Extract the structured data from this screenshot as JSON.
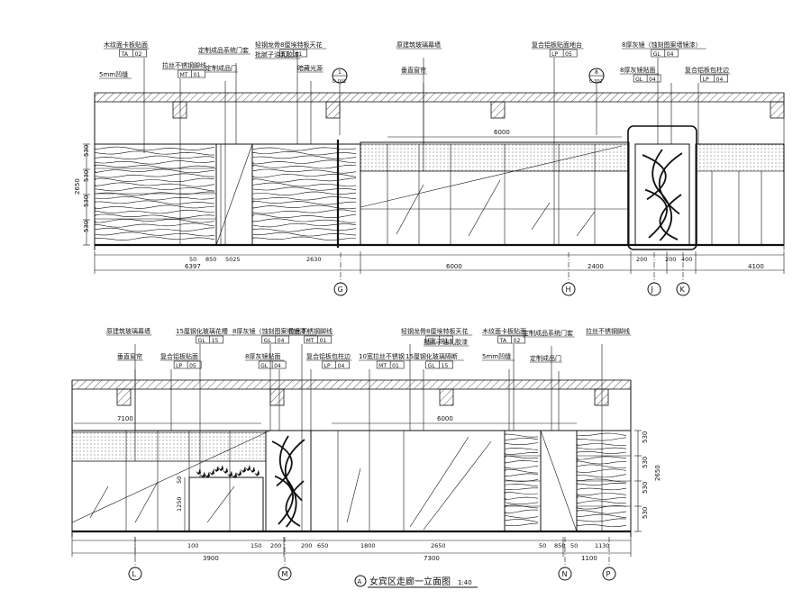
{
  "top": {
    "callouts": [
      {
        "label": "木纹面卡板贴面",
        "code": [
          "TA",
          "02"
        ]
      },
      {
        "label": "定制成品系统门套",
        "code": []
      },
      {
        "label": "轻钢龙骨8厘埃特板天花",
        "code": [
          "ET",
          "01"
        ]
      },
      {
        "label": "批腻子油乳胶漆",
        "code": []
      },
      {
        "label": "原建筑玻璃幕墙",
        "code": []
      },
      {
        "label": "复合铝板贴面地台",
        "code": [
          "LP",
          "05"
        ]
      },
      {
        "label": "8厚灰镜（蚀刻图案墙镜漆）",
        "code": [
          "GL",
          "04"
        ]
      },
      {
        "label": "拉丝不锈钢脚线",
        "code": [
          "MT",
          "01"
        ]
      },
      {
        "label": "5mm凹缝",
        "code": []
      },
      {
        "label": "拉丝不锈钢脚线",
        "code": [
          "MT",
          "01"
        ]
      },
      {
        "label": "定制成品门",
        "code": []
      },
      {
        "label": "暗藏光源",
        "code": []
      },
      {
        "label": "垂直窗帘",
        "code": []
      },
      {
        "label": "8厚灰镜贴面",
        "code": [
          "GL",
          "04"
        ]
      },
      {
        "label": "复合铝板包柱边",
        "code": [
          "LP",
          "04"
        ]
      }
    ],
    "section_marks": [
      {
        "top": "1",
        "bottom": "D-002"
      },
      {
        "top": "8",
        "bottom": "C-302"
      }
    ],
    "dims_left": [
      "530",
      "530",
      "530",
      "530"
    ],
    "dims_left_total": "2650",
    "dims_bottom": [
      "50",
      "850",
      "5025",
      "2630",
      "200",
      "200",
      "400",
      "200"
    ],
    "dims_overall": [
      "6397",
      "6000",
      "2400",
      "4100"
    ],
    "dim_top": "6000",
    "grids": [
      "G",
      "H",
      "J",
      "K"
    ]
  },
  "bottom": {
    "callouts": [
      {
        "label": "原建筑玻璃幕墙",
        "code": []
      },
      {
        "label": "15厘钢化玻璃花槽",
        "code": [
          "GL",
          "15"
        ]
      },
      {
        "label": "8厚灰镜（蚀刻图案墙镜漆）",
        "code": [
          "GL",
          "04"
        ]
      },
      {
        "label": "拉丝不锈钢脚线",
        "code": [
          "MT",
          "01"
        ]
      },
      {
        "label": "轻钢龙骨8厘埃特板天花",
        "code": [
          "ET",
          "01"
        ]
      },
      {
        "label": "批腻子油乳胶漆",
        "code": []
      },
      {
        "label": "木纹面卡板贴面",
        "code": [
          "TA",
          "02"
        ]
      },
      {
        "label": "定制成品系统门套",
        "code": []
      },
      {
        "label": "拉丝不锈钢脚线",
        "code": []
      },
      {
        "label": "垂直窗帘",
        "code": []
      },
      {
        "label": "复合铝板贴面",
        "code": [
          "LP",
          "05"
        ]
      },
      {
        "label": "8厚灰镜贴面",
        "code": [
          "GL",
          "04"
        ]
      },
      {
        "label": "复合铝板包柱边",
        "code": [
          "LP",
          "04"
        ]
      },
      {
        "label": "10宽拉丝不锈钢",
        "code": [
          "MT",
          "01"
        ]
      },
      {
        "label": "15厘钢化玻璃隔断",
        "code": [
          "GL",
          "15"
        ]
      },
      {
        "label": "5mm凹缝",
        "code": []
      },
      {
        "label": "定制成品门",
        "code": []
      }
    ],
    "dim_top_left": "7100",
    "dim_top_mid": "6000",
    "dims_left": [
      "50",
      "1250"
    ],
    "dims_right": [
      "530",
      "530",
      "530",
      "530"
    ],
    "dims_right_total": "2650",
    "dims_bottom": [
      "100",
      "150",
      "200",
      "200",
      "650",
      "1800",
      "2650",
      "50",
      "850",
      "50",
      "1130"
    ],
    "dims_overall": [
      "3900",
      "7300",
      "1100"
    ],
    "grids": [
      "L",
      "M",
      "N",
      "P"
    ]
  },
  "title": {
    "marker": "A",
    "text": "女宾区走廊一立面图",
    "scale": "1:40"
  }
}
